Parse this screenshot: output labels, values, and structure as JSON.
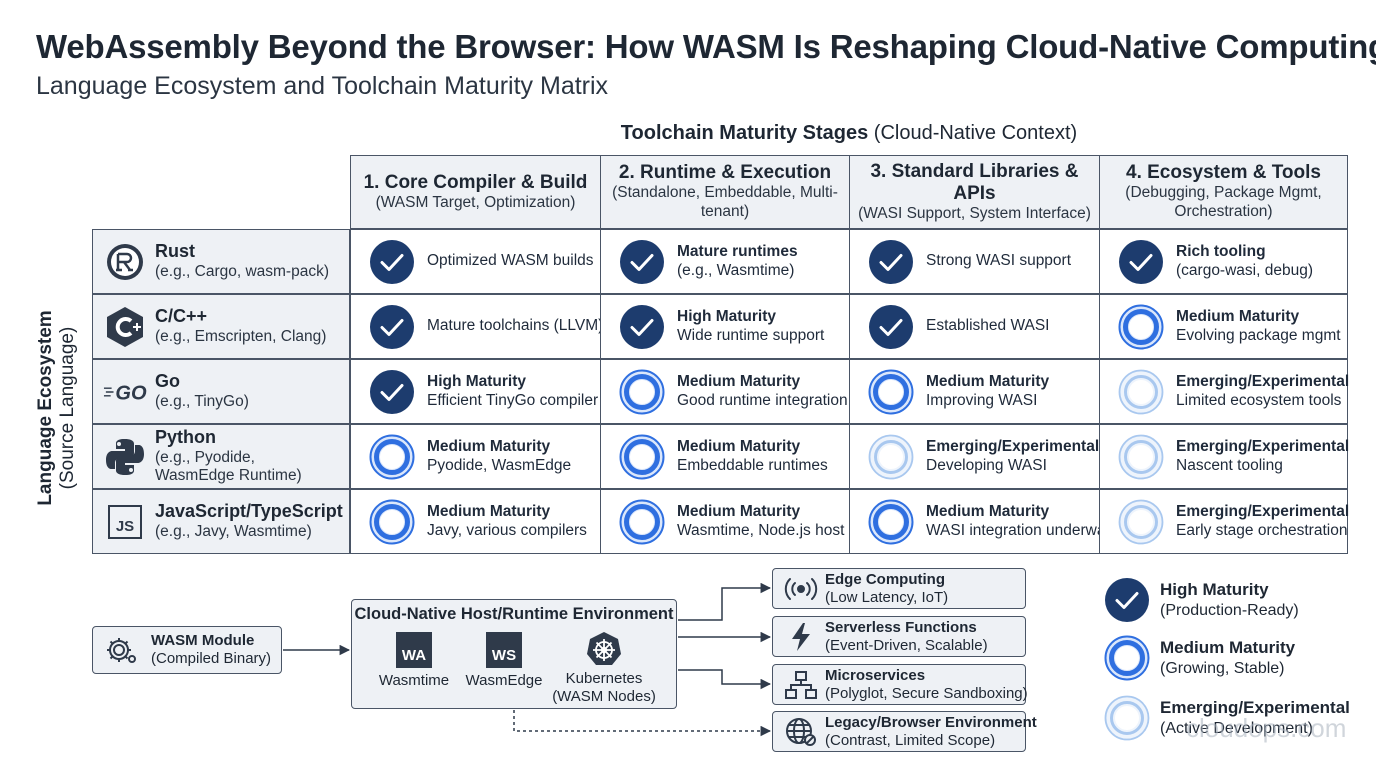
{
  "title": "WebAssembly Beyond the Browser: How WASM Is Reshaping Cloud-Native Computing",
  "subtitle": "Language Ecosystem and Toolchain Maturity Matrix",
  "stages_title_bold": "Toolchain Maturity Stages",
  "stages_title_rest": " (Cloud-Native Context)",
  "ecosystem_label": {
    "bold": "Language Ecosystem",
    "sub": "(Source Language)"
  },
  "columns": [
    {
      "title": "1. Core Compiler & Build",
      "sub": "(WASM Target, Optimization)"
    },
    {
      "title": "2. Runtime & Execution",
      "sub": "(Standalone, Embeddable, Multi-tenant)"
    },
    {
      "title": "3. Standard Libraries & APIs",
      "sub": "(WASI Support, System Interface)"
    },
    {
      "title": "4. Ecosystem & Tools",
      "sub": "(Debugging, Package Mgmt, Orchestration)"
    }
  ],
  "rows": [
    {
      "name": "Rust",
      "sub": "(e.g., Cargo, wasm-pack)",
      "icon": "rust-logo-icon",
      "cells": [
        {
          "level": "high",
          "status": "",
          "desc": "Optimized WASM builds"
        },
        {
          "level": "high",
          "status": "Mature runtimes",
          "desc": "(e.g., Wasmtime)"
        },
        {
          "level": "high",
          "status": "",
          "desc": "Strong WASI support"
        },
        {
          "level": "high",
          "status": "Rich tooling",
          "desc": "(cargo-wasi, debug)"
        }
      ]
    },
    {
      "name": "C/C++",
      "sub": "(e.g., Emscripten, Clang)",
      "icon": "cpp-logo-icon",
      "cells": [
        {
          "level": "high",
          "status": "",
          "desc": "Mature toolchains (LLVM)"
        },
        {
          "level": "high",
          "status": "High Maturity",
          "desc": "Wide runtime support"
        },
        {
          "level": "high",
          "status": "",
          "desc": "Established WASI"
        },
        {
          "level": "medium",
          "status": "Medium Maturity",
          "desc": "Evolving package mgmt"
        }
      ]
    },
    {
      "name": "Go",
      "sub": "(e.g., TinyGo)",
      "icon": "go-logo-icon",
      "cells": [
        {
          "level": "high",
          "status": "High Maturity",
          "desc": "Efficient TinyGo compiler"
        },
        {
          "level": "medium",
          "status": "Medium Maturity",
          "desc": "Good runtime integration"
        },
        {
          "level": "medium",
          "status": "Medium Maturity",
          "desc": "Improving WASI"
        },
        {
          "level": "emerging",
          "status": "Emerging/Experimental",
          "desc": "Limited ecosystem tools"
        }
      ]
    },
    {
      "name": "Python",
      "sub": "(e.g., Pyodide,\nWasmEdge Runtime)",
      "sub1": "(e.g., Pyodide,",
      "sub2": "WasmEdge Runtime)",
      "icon": "python-logo-icon",
      "cells": [
        {
          "level": "medium",
          "status": "Medium Maturity",
          "desc": "Pyodide, WasmEdge"
        },
        {
          "level": "medium",
          "status": "Medium Maturity",
          "desc": "Embeddable runtimes"
        },
        {
          "level": "emerging",
          "status": "Emerging/Experimental",
          "desc": "Developing WASI"
        },
        {
          "level": "emerging",
          "status": "Emerging/Experimental",
          "desc": "Nascent tooling"
        }
      ]
    },
    {
      "name": "JavaScript/TypeScript",
      "sub": "(e.g., Javy, Wasmtime)",
      "icon": "js-logo-icon",
      "icon_text": "JS",
      "cells": [
        {
          "level": "medium",
          "status": "Medium Maturity",
          "desc": "Javy, various compilers"
        },
        {
          "level": "medium",
          "status": "Medium Maturity",
          "desc": "Wasmtime, Node.js host"
        },
        {
          "level": "medium",
          "status": "Medium Maturity",
          "desc": "WASI integration underway"
        },
        {
          "level": "emerging",
          "status": "Emerging/Experimental",
          "desc": "Early stage orchestration"
        }
      ]
    }
  ],
  "flow": {
    "module": {
      "title": "WASM Module",
      "sub": "(Compiled Binary)"
    },
    "host": {
      "title": "Cloud-Native Host/Runtime Environment",
      "runtimes": [
        {
          "name": "Wasmtime",
          "badge": "WA"
        },
        {
          "name": "WasmEdge",
          "badge": "WS"
        },
        {
          "name": "Kubernetes",
          "sub": "(WASM Nodes)"
        }
      ]
    },
    "targets": [
      {
        "title": "Edge Computing",
        "sub": "(Low Latency, IoT)",
        "icon": "radio-waves-icon"
      },
      {
        "title": "Serverless Functions",
        "sub": "(Event-Driven, Scalable)",
        "icon": "lightning-icon"
      },
      {
        "title": "Microservices",
        "sub": "(Polyglot, Secure Sandboxing)",
        "icon": "network-tree-icon"
      },
      {
        "title": "Legacy/Browser Environment",
        "sub": "(Contrast, Limited Scope)",
        "icon": "globe-icon"
      }
    ]
  },
  "legend": [
    {
      "level": "high",
      "title": "High Maturity",
      "sub": "(Production-Ready)"
    },
    {
      "level": "medium",
      "title": "Medium Maturity",
      "sub": "(Growing, Stable)"
    },
    {
      "level": "emerging",
      "title": "Emerging/Experimental",
      "sub": "(Active Development)"
    }
  ],
  "watermark": "cloudops.com",
  "colors": {
    "high": "#1d3c6e",
    "medium": "#2f6fe0",
    "emerging": "#a9c8ef",
    "border": "#4a5566",
    "header_bg": "#eef1f5"
  }
}
